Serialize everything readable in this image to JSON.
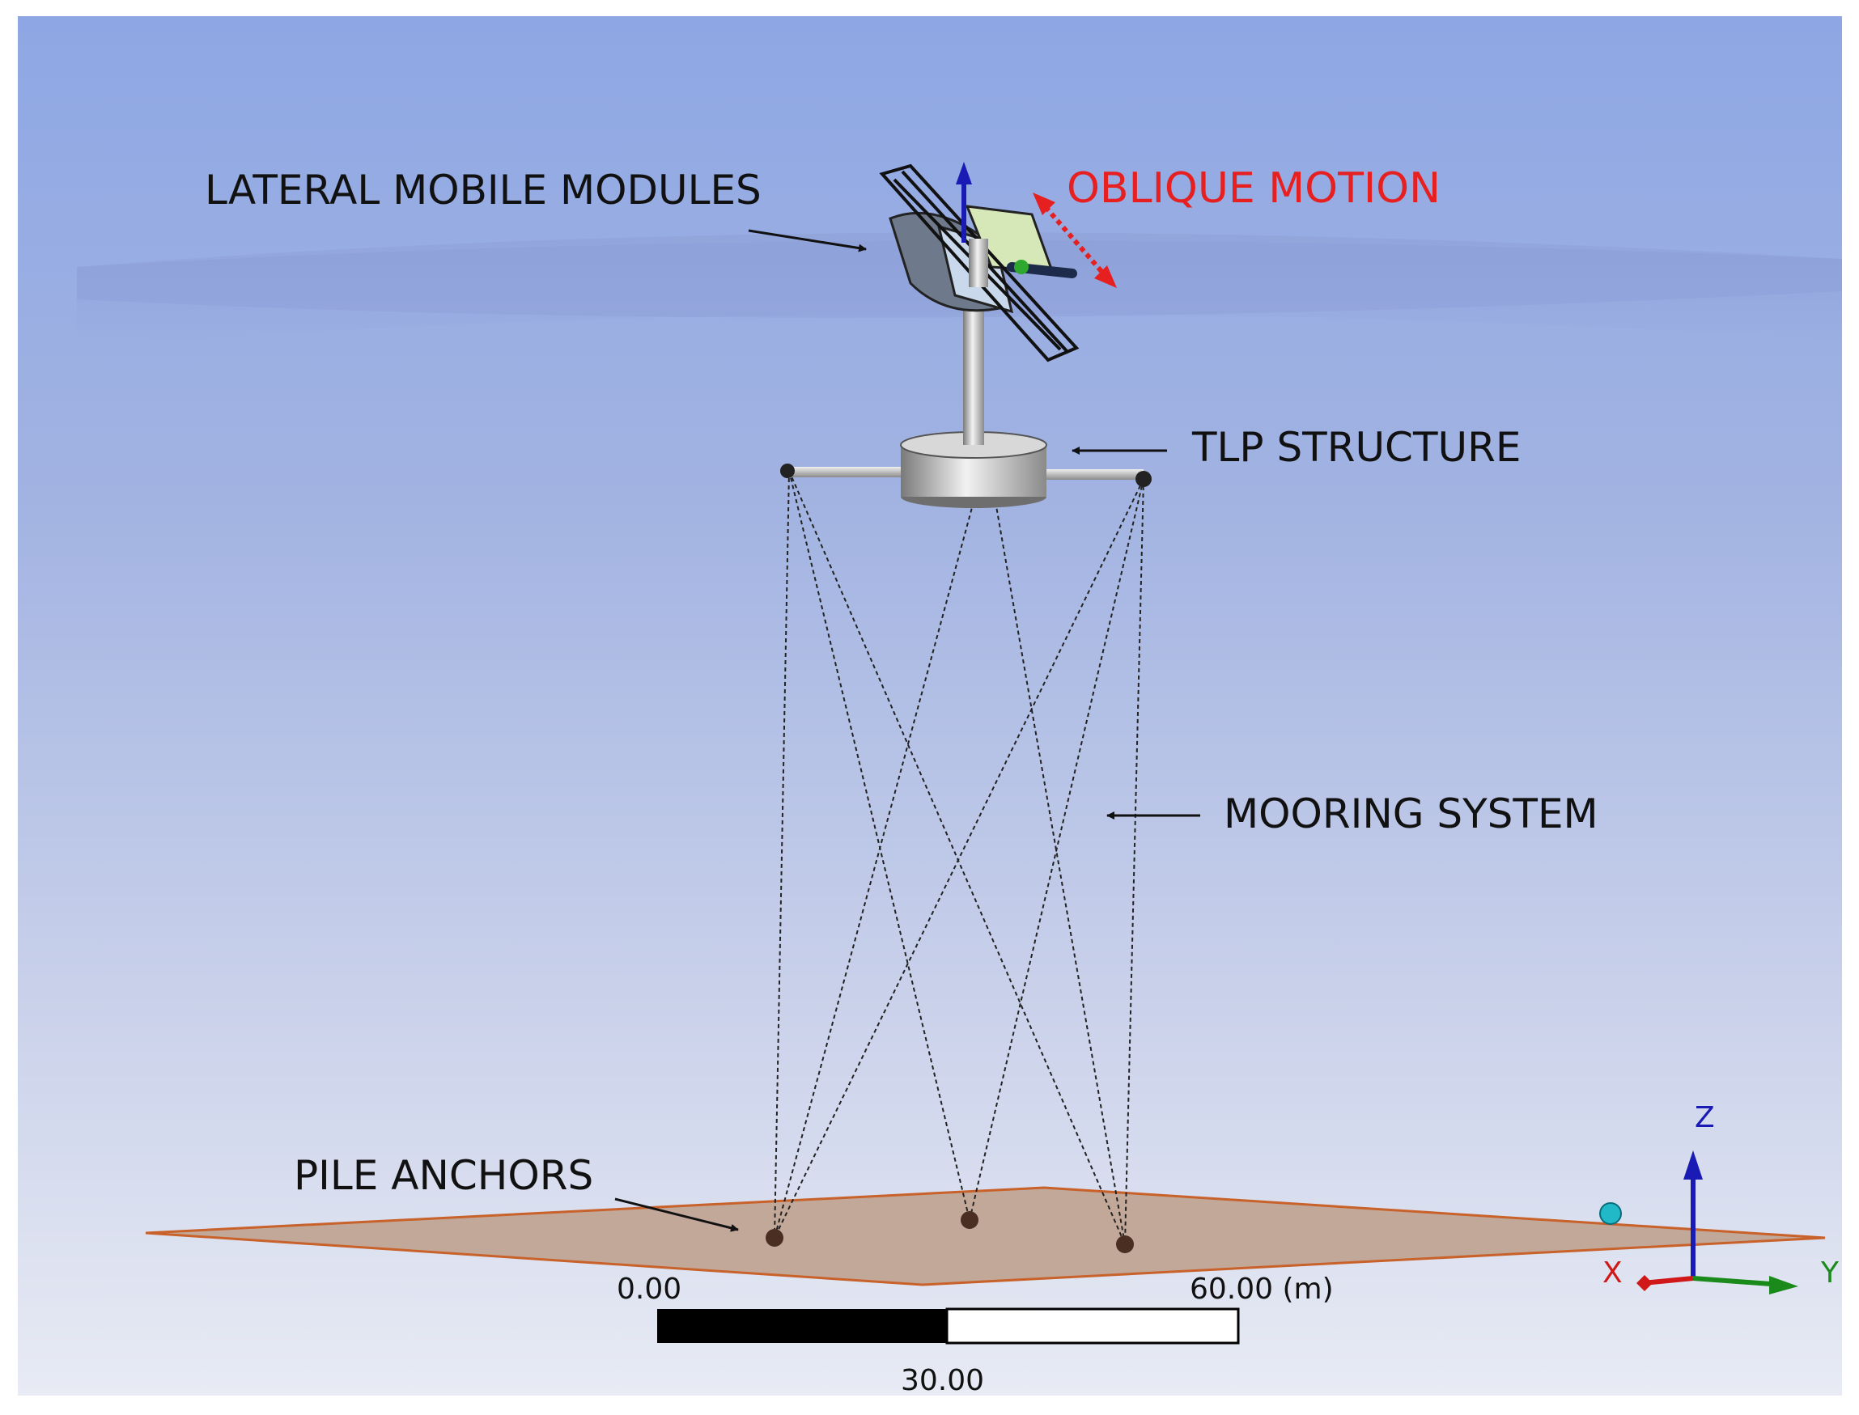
{
  "labels": {
    "lateral_modules": "LATERAL MOBILE MODULES",
    "oblique_motion": "OBLIQUE MOTION",
    "tlp_structure": "TLP STRUCTURE",
    "mooring_system": "MOORING SYSTEM",
    "pile_anchors": "PILE ANCHORS"
  },
  "scale_bar": {
    "start": "0.00",
    "end": "60.00 (m)",
    "middle": "30.00"
  },
  "axis_triad": {
    "z": "Z",
    "x": "X",
    "y": "Y"
  },
  "colors": {
    "sky_top": "#8fa8e4",
    "sky_bottom": "#e6eaf4",
    "seabed": "#c2a899",
    "seabed_edge": "#c8622a",
    "oblique_arrow": "#e62020",
    "z_axis": "#1a1ab4",
    "y_axis": "#1a8a1a",
    "x_axis": "#d01818"
  }
}
